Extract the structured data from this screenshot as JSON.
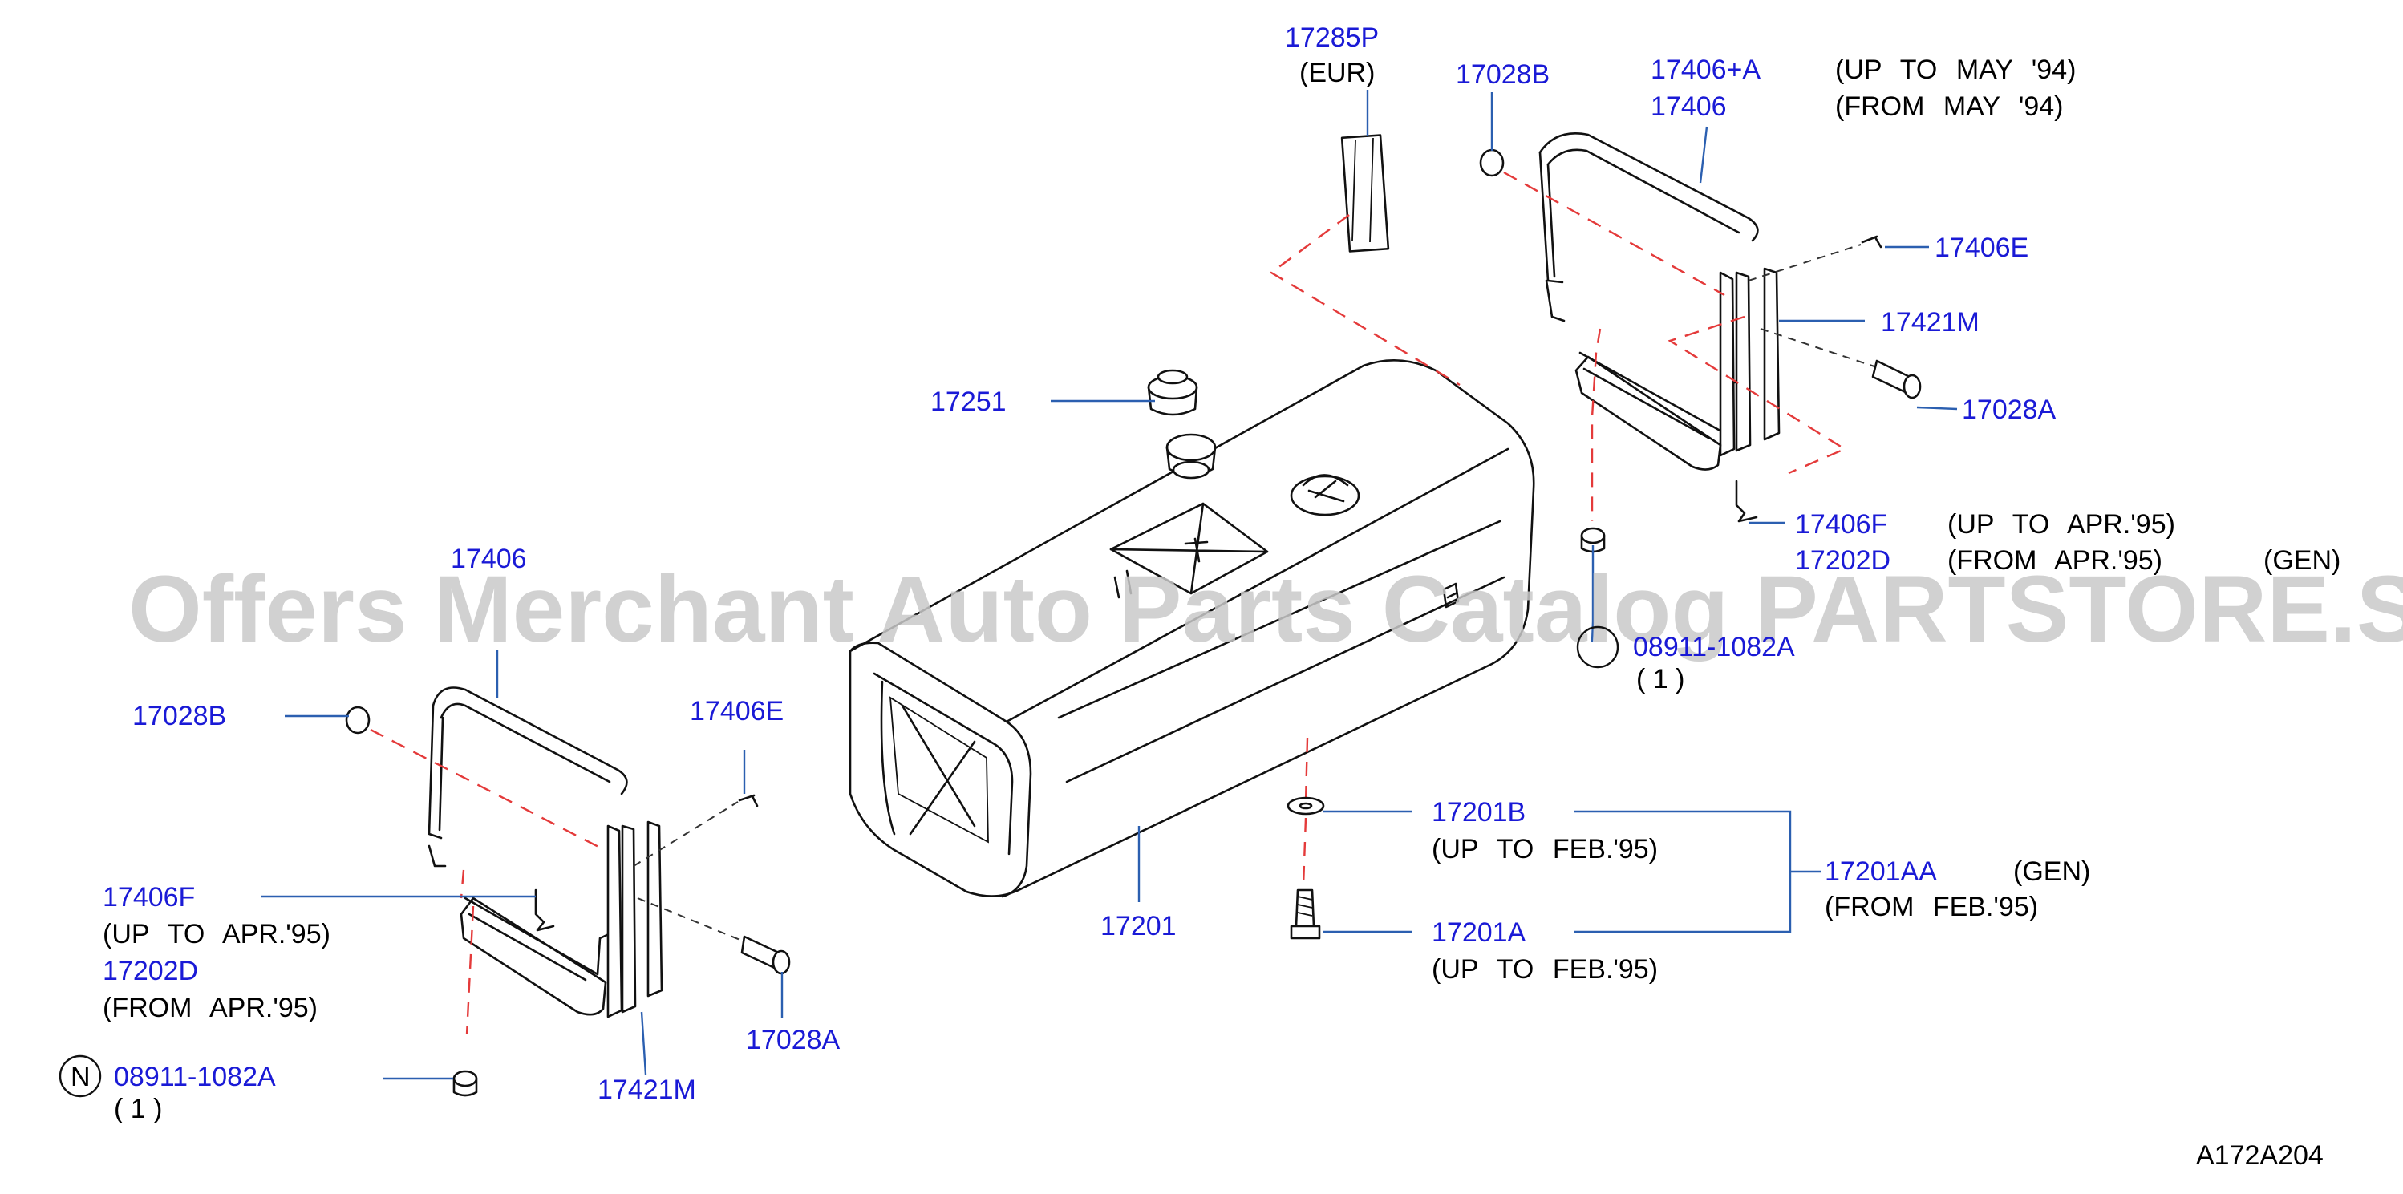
{
  "watermark": "Offers Merchant Auto Parts Catalog PARTSTORE.SA",
  "diagram_id": "A172A204",
  "colors": {
    "part_number": "#1a1ad6",
    "leader": "#2b5fb0",
    "dash": "#e43a3a",
    "note": "#000000"
  },
  "labels": {
    "p17285P": "17285P",
    "eur": "(EUR)",
    "p17028B_r": "17028B",
    "p17406A_r": "17406+A",
    "p17406_r": "17406",
    "up_to_may94": "(UP TO MAY '94)",
    "from_may94": "(FROM MAY '94)",
    "p17406E_r": "17406E",
    "p17421M_r": "17421M",
    "p17028A_r": "17028A",
    "p17251": "17251",
    "p17406F_r": "17406F",
    "up_to_apr95_r": "(UP TO APR.'95)",
    "p17202D_r": "17202D",
    "from_apr95_r": "(FROM APR.'95)",
    "gen_r": "(GEN)",
    "p08911_r": "08911-1082A",
    "qty_r": "( 1 )",
    "p17406_l": "17406",
    "p17028B_l": "17028B",
    "p17406E_l": "17406E",
    "p17406F_l": "17406F",
    "up_to_apr95_l": "(UP TO APR.'95)",
    "p17202D_l": "17202D",
    "from_apr95_l": "(FROM APR.'95)",
    "n_symbol": "N",
    "p08911_l": "08911-1082A",
    "qty_l": "( 1 )",
    "p17421M_l": "17421M",
    "p17028A_l": "17028A",
    "p17201": "17201",
    "p17201B": "17201B",
    "up_to_feb95_b": "(UP TO FEB.'95)",
    "p17201AA": "17201AA",
    "gen_aa": "(GEN)",
    "from_feb95": "(FROM FEB.'95)",
    "p17201A": "17201A",
    "up_to_feb95_a": "(UP TO FEB.'95)"
  }
}
